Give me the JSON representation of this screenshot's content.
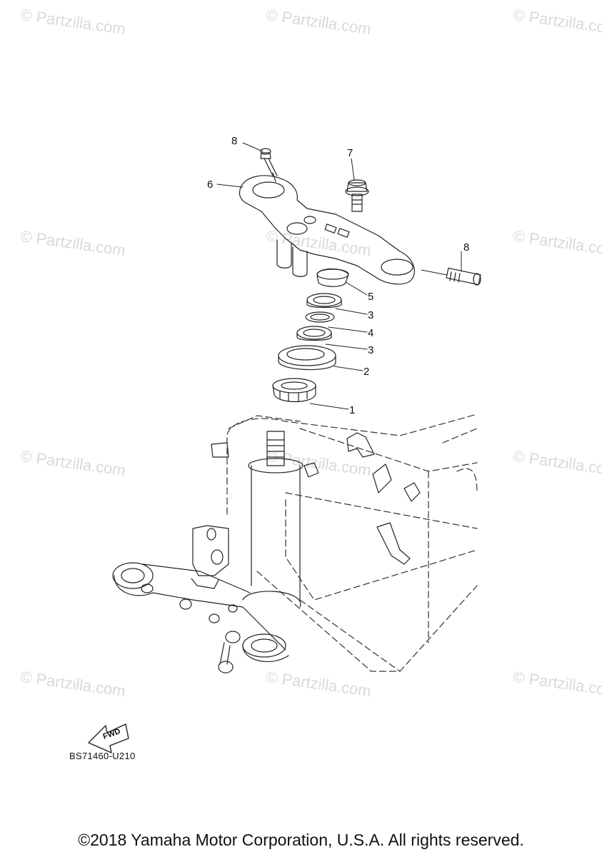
{
  "watermark": "© Partzilla.com",
  "callouts": [
    "8",
    "7",
    "6",
    "8",
    "5",
    "3",
    "4",
    "3",
    "2",
    "1"
  ],
  "fwd_label": "FWD",
  "diagram_code": "BS71460-U210",
  "copyright": "©2018 Yamaha Motor Corporation, U.S.A. All rights reserved."
}
